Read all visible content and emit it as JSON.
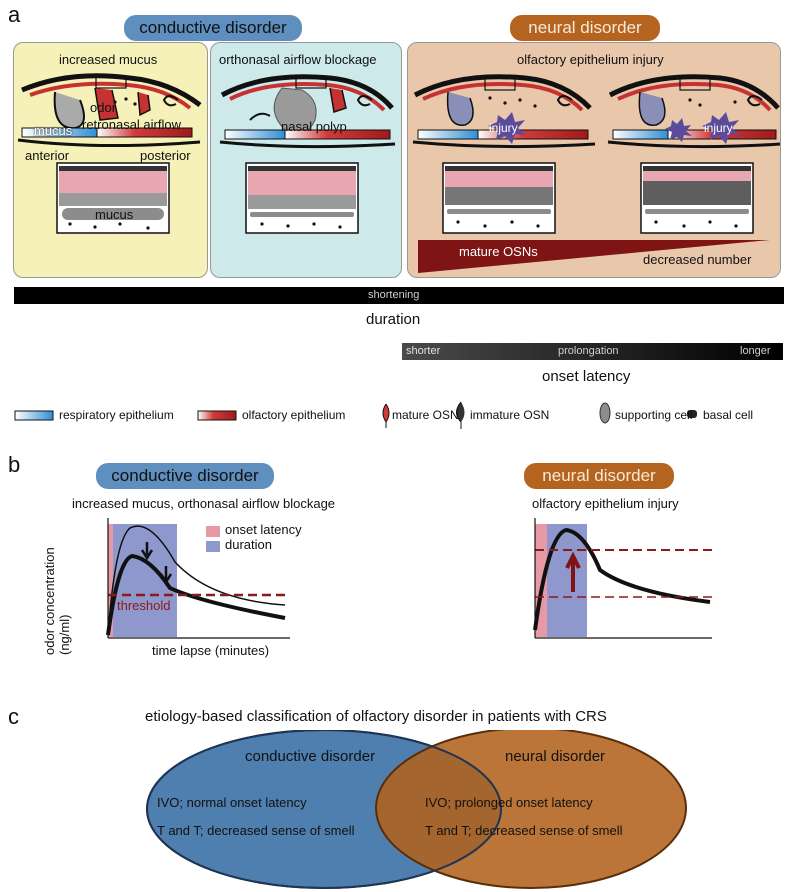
{
  "panel_a": {
    "letter": "a",
    "conductive_title": "conductive disorder",
    "neural_title": "neural disorder",
    "box1_title": "increased mucus",
    "box2_title": "orthonasal airflow blockage",
    "box3_title": "olfactory epithelium injury",
    "odor": "odor",
    "retronasal": "retronasal airflow",
    "mucus_small": "mucus",
    "anterior": "anterior",
    "posterior": "posterior",
    "mucus_layer": "mucus",
    "nasal_polyp": "nasal polyp",
    "injury": "injury",
    "mature_osns": "mature OSNs",
    "decreased_number": "decreased number",
    "duration_bar_text": "shortening",
    "duration_label": "duration",
    "onset_shorter": "shorter",
    "onset_prolongation": "prolongation",
    "onset_longer": "longer",
    "onset_label": "onset latency",
    "legend": [
      {
        "label": "respiratory epithelium",
        "icon": "respiratory-epithelium-swatch"
      },
      {
        "label": "olfactory epithelium",
        "icon": "olfactory-epithelium-swatch"
      },
      {
        "label": "mature OSN",
        "icon": "mature-osn-icon"
      },
      {
        "label": "immature OSN",
        "icon": "immature-osn-icon"
      },
      {
        "label": "supporting cell",
        "icon": "supporting-cell-icon"
      },
      {
        "label": "basal cell",
        "icon": "basal-cell-icon"
      }
    ]
  },
  "panel_b": {
    "letter": "b",
    "conductive_title": "conductive disorder",
    "conductive_subtitle": "increased mucus, orthonasal airflow blockage",
    "neural_title": "neural disorder",
    "neural_subtitle": "olfactory epithelium injury",
    "legend_onset": "onset latency",
    "legend_duration": "duration",
    "threshold": "threshold",
    "ylabel_line1": "odor concentration",
    "ylabel_line2": "(ng/ml)",
    "xlabel": "time lapse (minutes)"
  },
  "panel_c": {
    "letter": "c",
    "title": "etiology-based classification of olfactory disorder in patients with CRS",
    "left_title": "conductive disorder",
    "right_title": "neural disorder",
    "left_line1": "IVO; normal onset latency",
    "left_line2": "T and T; decreased sense of smell",
    "right_line1": "IVO; prolonged onset latency",
    "right_line2": "T and T; decreased sense of smell"
  },
  "colors": {
    "conductive_blue": "#5e8fbe",
    "neural_brown": "#b5641f",
    "box_yellow": "#f6f1b8",
    "box_cyan": "#cde9ea",
    "box_tan": "#e9c7ab",
    "onset_pink": "#e79aa5",
    "duration_blue": "#8f98cc",
    "threshold_red": "#8b1a1a"
  }
}
